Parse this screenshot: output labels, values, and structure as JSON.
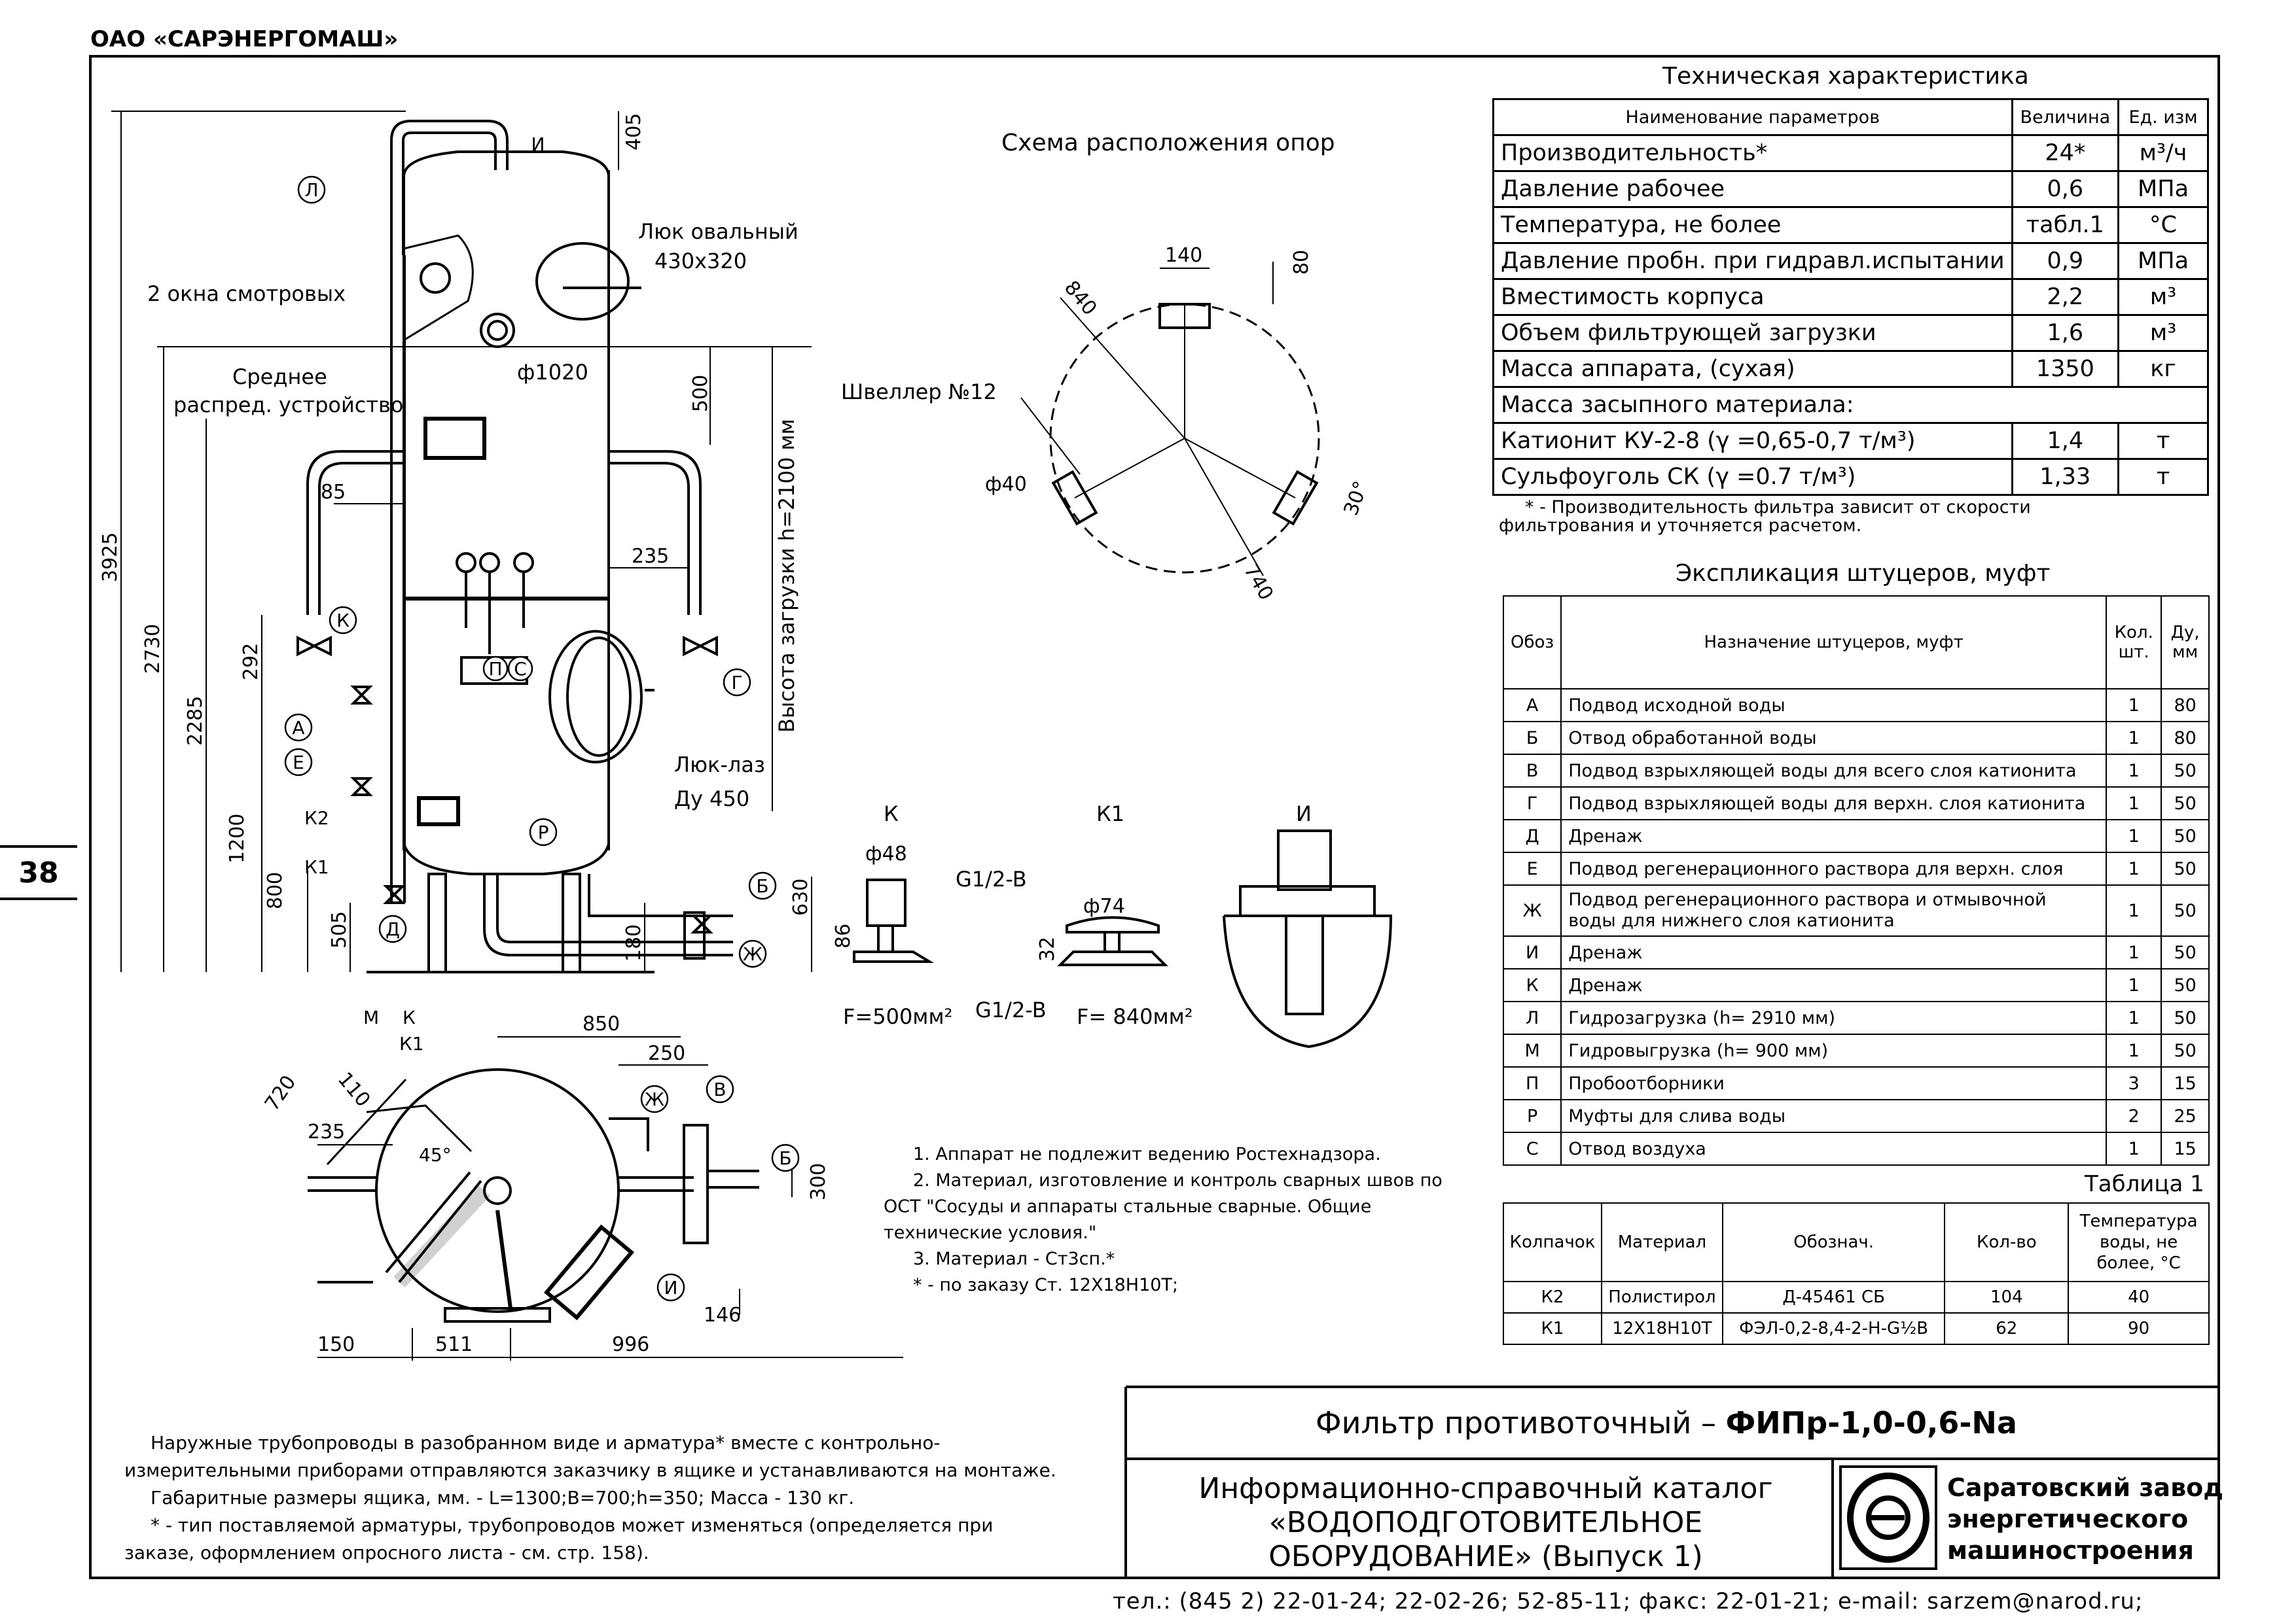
{
  "header": {
    "company": "ОАО «САРЭНЕРГОМАШ»",
    "page_number": "38"
  },
  "drawing_labels": {
    "oval_hatch_line1": "Люк овальный",
    "oval_hatch_line2": "430х320",
    "windows": "2 окна смотровых",
    "middle_distributor_line1": "Среднее",
    "middle_distributor_line2": "распред. устройство",
    "diameter": "ф1020",
    "load_height": "Высота загрузки h=2100 мм",
    "manhole_line1": "Люк-лаз",
    "manhole_line2": "Ду 450",
    "supports_title": "Схема расположения опор",
    "channel": "Швеллер №12",
    "view_k": "К",
    "view_k1": "К1",
    "view_i": "И",
    "thread_k": "G1/2-B",
    "thread_k1": "G1/2-B",
    "area_k": "F=500мм²",
    "area_k1": "F= 840мм²",
    "dia_k": "ф48",
    "dia_k1": "ф74",
    "dia_support": "ф40",
    "k2_tag": "К2",
    "k1_tag": "К1",
    "plan_tag_m": "М",
    "plan_tag_k": "К",
    "plan_tag_k1": "К1",
    "angle_45": "45°",
    "angle_30": "30°"
  },
  "dimensions": {
    "d405": "405",
    "d500": "500",
    "d85": "85",
    "d235": "235",
    "d3925": "3925",
    "d2730": "2730",
    "d2285": "2285",
    "d292": "292",
    "d1200": "1200",
    "d800": "800",
    "d505": "505",
    "d180": "180",
    "d630": "630",
    "d140": "140",
    "d80": "80",
    "d840": "840",
    "d740": "740",
    "d86": "86",
    "d32": "32",
    "d850": "850",
    "d250": "250",
    "d720": "720",
    "d110": "110",
    "d235b": "235",
    "d300": "300",
    "d146": "146",
    "d150": "150",
    "d511": "511",
    "d996": "996"
  },
  "nozzle_tags": [
    "Л",
    "И",
    "К",
    "А",
    "Е",
    "Р",
    "Д",
    "Ж",
    "Б",
    "Г",
    "П",
    "С",
    "М",
    "Ж",
    "В",
    "Б",
    "И"
  ],
  "tech": {
    "title": "Техническая характеристика",
    "headers": [
      "Наименование параметров",
      "Величина",
      "Ед. изм"
    ],
    "rows": [
      [
        "Производительность*",
        "24*",
        "м³/ч"
      ],
      [
        "Давление рабочее",
        "0,6",
        "МПа"
      ],
      [
        "Температура, не более",
        "табл.1",
        "°С"
      ],
      [
        "Давление пробн. при гидравл.испытании",
        "0,9",
        "МПа"
      ],
      [
        "Вместимость корпуса",
        "2,2",
        "м³"
      ],
      [
        "Объем фильтрующей загрузки",
        "1,6",
        "м³"
      ],
      [
        "Масса аппарата, (сухая)",
        "1350",
        "кг"
      ]
    ],
    "span_row": "Масса засыпного материала:",
    "rows2": [
      [
        "Катионит КУ-2-8 (γ =0,65-0,7 т/м³)",
        "1,4",
        "т"
      ],
      [
        "Сульфоуголь СК (γ =0.7 т/м³)",
        "1,33",
        "т"
      ]
    ],
    "footnote_line1": "* - Производительность фильтра зависит от скорости",
    "footnote_line2": "фильтрования и уточняется расчетом."
  },
  "explication": {
    "title": "Экспликация штуцеров, муфт",
    "headers": [
      "Обоз",
      "Назначение штуцеров, муфт",
      "Кол. шт.",
      "Ду, мм"
    ],
    "rows": [
      [
        "А",
        "Подвод исходной воды",
        "1",
        "80"
      ],
      [
        "Б",
        "Отвод обработанной воды",
        "1",
        "80"
      ],
      [
        "В",
        "Подвод взрыхляющей воды  для всего слоя катионита",
        "1",
        "50"
      ],
      [
        "Г",
        "Подвод взрыхляющей воды для верхн. слоя катионита",
        "1",
        "50"
      ],
      [
        "Д",
        "Дренаж",
        "1",
        "50"
      ],
      [
        "Е",
        "Подвод  регенерационного раствора для верхн. слоя",
        "1",
        "50"
      ],
      [
        "Ж",
        "Подвод регенерационного раствора и отмывочной воды для нижнего слоя катионита",
        "1",
        "50"
      ],
      [
        "И",
        "Дренаж",
        "1",
        "50"
      ],
      [
        "К",
        "Дренаж",
        "1",
        "50"
      ],
      [
        "Л",
        "Гидрозагрузка (h= 2910 мм)",
        "1",
        "50"
      ],
      [
        "М",
        "Гидровыгрузка (h= 900 мм)",
        "1",
        "50"
      ],
      [
        "П",
        "Пробоотборники",
        "3",
        "15"
      ],
      [
        "Р",
        "Муфты для слива воды",
        "2",
        "25"
      ],
      [
        "С",
        "Отвод воздуха",
        "1",
        "15"
      ]
    ]
  },
  "table1": {
    "title": "Таблица 1",
    "headers": [
      "Колпачок",
      "Материал",
      "Обознач.",
      "Кол-во",
      "Температура воды, не более, °С"
    ],
    "rows": [
      [
        "К2",
        "Полистирол",
        "Д-45461 СБ",
        "104",
        "40"
      ],
      [
        "К1",
        "12Х18Н10Т",
        "ФЭЛ-0,2-8,4-2-Н-G½В",
        "62",
        "90"
      ]
    ]
  },
  "notes": [
    "1. Аппарат не подлежит ведению Ростехнадзора.",
    "2. Материал, изготовление и контроль сварных швов по",
    "ОСТ \"Сосуды и аппараты стальные сварные. Общие",
    "технические условия.\"",
    "3. Материал - Ст3сп.*",
    "* - по заказу Ст. 12Х18Н10Т;"
  ],
  "notes2": [
    "Наружные трубопроводы в разобранном виде и арматура* вместе с контрольно-",
    "измерительными приборами отправляются заказчику в ящике и устанавливаются на монтаже.",
    "Габаритные размеры ящика, мм. - L=1300;B=700;h=350; Масса - 130 кг.",
    "* - тип поставляемой арматуры, трубопроводов может изменяться (определяется при",
    "заказе, оформлением опросного листа - см. стр. 158)."
  ],
  "title_block": {
    "product_prefix": "Фильтр противоточный – ",
    "product_code": "ФИПр-1,0-0,6-Na",
    "catalog_line1": "Информационно-справочный каталог",
    "catalog_line2": "«ВОДОПОДГОТОВИТЕЛЬНОЕ",
    "catalog_line3": "ОБОРУДОВАНИЕ» (Выпуск 1)",
    "plant_line1": "Саратовский завод",
    "plant_line2": "энергетического",
    "plant_line3": "машиностроения"
  },
  "contacts": "тел.: (845 2) 22-01-24; 22-02-26; 52-85-11; факс: 22-01-21; e-mail: sarzem@narod.ru;"
}
